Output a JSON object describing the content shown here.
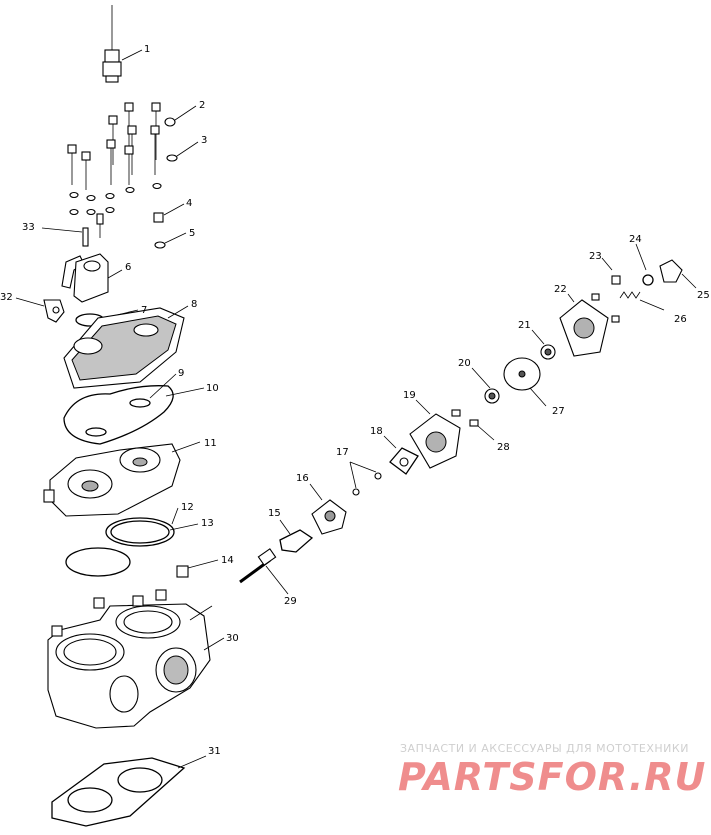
{
  "callouts": [
    "1",
    "2",
    "3",
    "4",
    "5",
    "6",
    "7",
    "8",
    "9",
    "10",
    "11",
    "12",
    "13",
    "14",
    "15",
    "16",
    "17",
    "18",
    "19",
    "20",
    "21",
    "22",
    "23",
    "24",
    "25",
    "26",
    "27",
    "28",
    "29",
    "30",
    "31",
    "32",
    "33"
  ],
  "watermark": {
    "tagline": "ЗАПЧАСТИ И АКСЕССУАРЫ ДЛЯ МОТОТЕХНИКИ",
    "brand": "PARTSFOR.RU"
  },
  "colors": {
    "ink": "#000000",
    "watermark_text": "#cfcfcf",
    "watermark_brand": "#ef8d8d"
  }
}
